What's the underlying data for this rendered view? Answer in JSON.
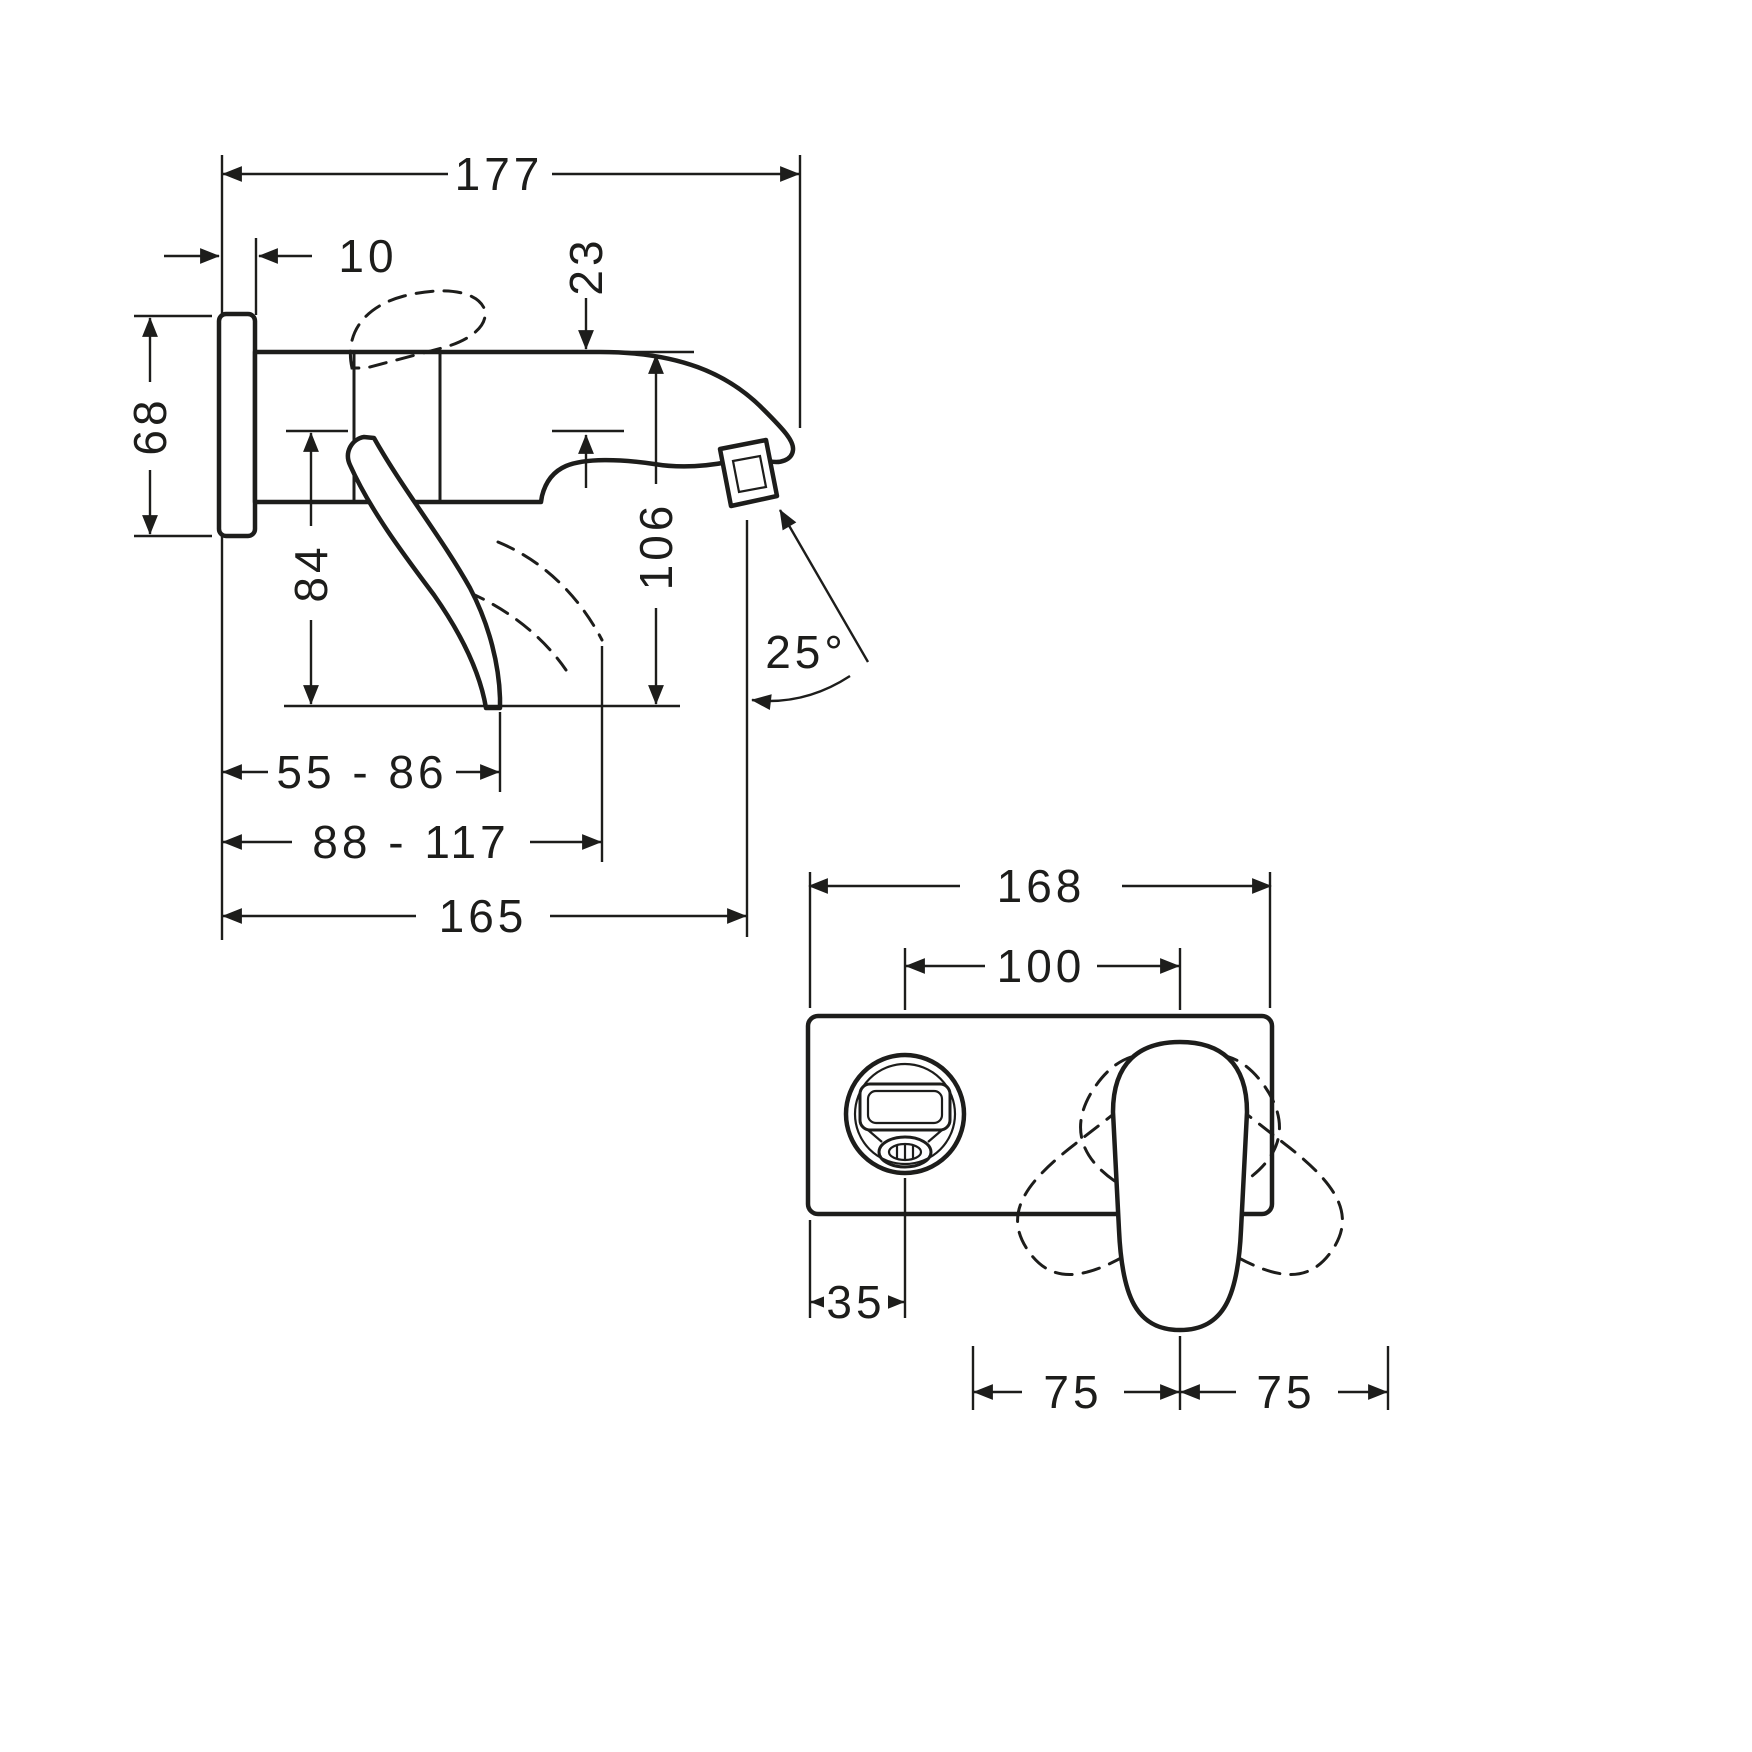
{
  "canvas": {
    "background": "#ffffff",
    "line_color": "#1d1d1b",
    "description": "Technical dimensional drawing of a wall-mounted single-lever basin mixer, side view and front view"
  },
  "side_view": {
    "dims": {
      "depth_total": "177",
      "plate_thickness": "10",
      "spout_top_to_axis": "23",
      "plate_height": "68",
      "axis_to_handle_tip": "84",
      "spout_top_to_handle_tip": "106",
      "spout_angle": "25°",
      "handle_reach_range": "55 - 86",
      "projection_range": "88 - 117",
      "spout_reach": "165"
    }
  },
  "front_view": {
    "dims": {
      "plate_width": "168",
      "centres_distance": "100",
      "edge_to_spout_centre": "35",
      "handle_swing_left": "75",
      "handle_swing_right": "75"
    }
  }
}
